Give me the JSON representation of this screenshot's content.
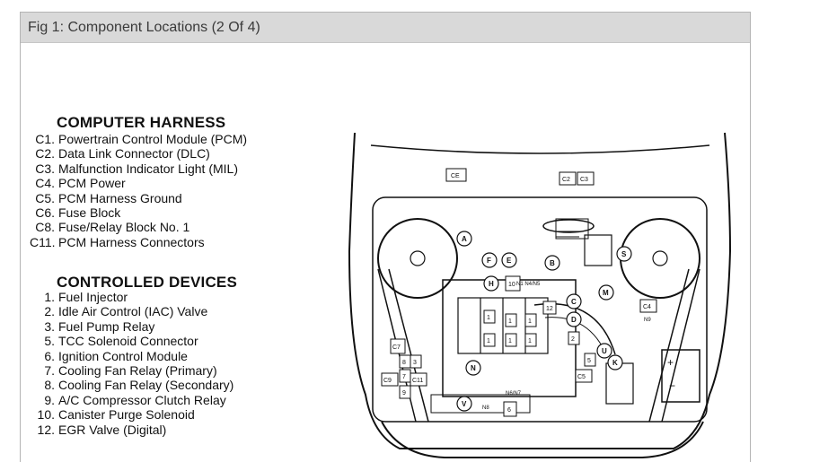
{
  "title": "Fig 1: Component Locations (2 Of 4)",
  "computer_harness": {
    "heading": "COMPUTER HARNESS",
    "items": [
      {
        "code": "C1.",
        "label": "Powertrain Control Module (PCM)"
      },
      {
        "code": "C2.",
        "label": "Data Link Connector (DLC)"
      },
      {
        "code": "C3.",
        "label": "Malfunction Indicator Light (MIL)"
      },
      {
        "code": "C4.",
        "label": "PCM Power"
      },
      {
        "code": "C5.",
        "label": "PCM Harness Ground"
      },
      {
        "code": "C6.",
        "label": "Fuse Block"
      },
      {
        "code": "C8.",
        "label": "Fuse/Relay Block No. 1"
      },
      {
        "code": "C11.",
        "label": "PCM Harness Connectors"
      }
    ]
  },
  "controlled_devices": {
    "heading": "CONTROLLED DEVICES",
    "items": [
      {
        "code": "1.",
        "label": "Fuel Injector"
      },
      {
        "code": "2.",
        "label": "Idle Air Control (IAC) Valve"
      },
      {
        "code": "3.",
        "label": "Fuel Pump Relay"
      },
      {
        "code": "5.",
        "label": "TCC Solenoid Connector"
      },
      {
        "code": "6.",
        "label": "Ignition Control Module"
      },
      {
        "code": "7.",
        "label": "Cooling Fan Relay (Primary)"
      },
      {
        "code": "8.",
        "label": "Cooling Fan Relay (Secondary)"
      },
      {
        "code": "9.",
        "label": "A/C Compressor Clutch Relay"
      },
      {
        "code": "10.",
        "label": "Canister Purge Solenoid"
      },
      {
        "code": "12.",
        "label": "EGR Valve (Digital)"
      }
    ]
  },
  "diagram_labels": {
    "ce": "CE",
    "c2": "C2",
    "c3": "C3",
    "c4": "C4",
    "c5": "C5",
    "c7": "C7",
    "c11": "C11",
    "c9": "C9",
    "a": "A",
    "b": "B",
    "f": "F",
    "e": "E",
    "s": "S",
    "h": "H",
    "m": "M",
    "c": "C",
    "d": "D",
    "u": "U",
    "k": "K",
    "n": "N",
    "v": "V",
    "n10": "10",
    "n12": "12",
    "n1a": "1",
    "n1b": "1",
    "n1c": "1",
    "n1d": "1",
    "n1e": "1",
    "n1f": "1",
    "n2": "2",
    "n5": "5",
    "n8": "8",
    "n3": "3",
    "n7": "7",
    "n9": "9",
    "n6": "6",
    "n1_n4n5": "N1    N4/N5",
    "n6n7": "N6/N7",
    "n8lbl": "N8",
    "n9lbl": "N9",
    "plus": "+",
    "minus": "−"
  },
  "colors": {
    "titlebar": "#d9d9d9",
    "border": "#b4b4b4",
    "ink": "#111111"
  }
}
